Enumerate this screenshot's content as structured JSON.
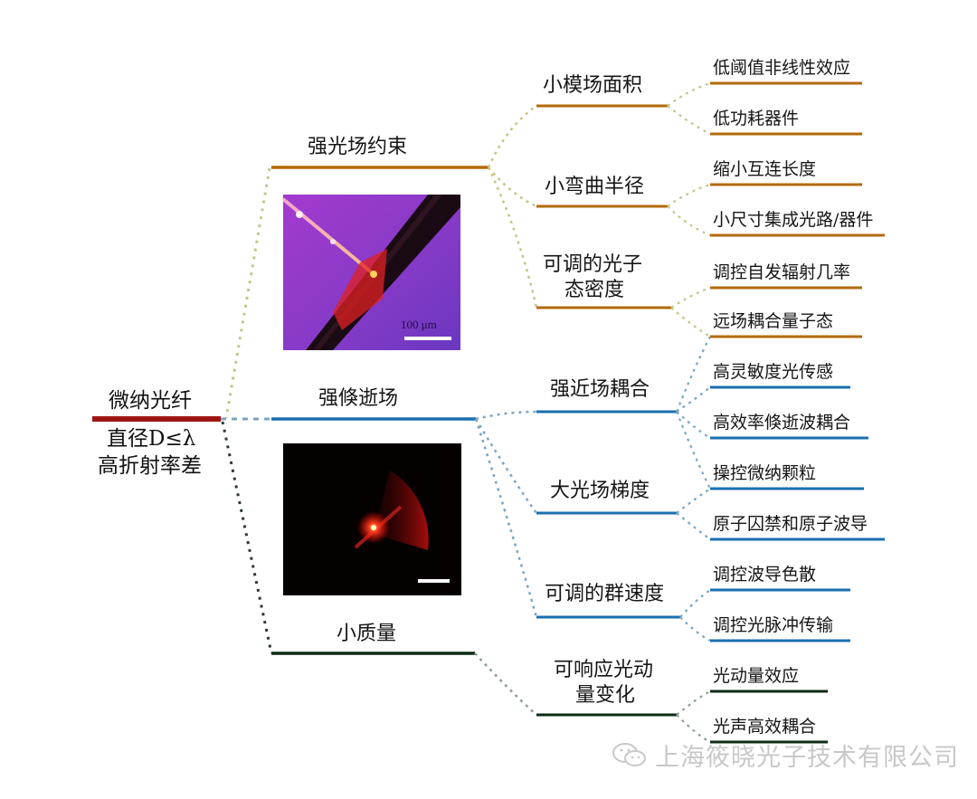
{
  "colors": {
    "root_line": "#a01515",
    "orange_branch": "#c9800a",
    "orange_branch_dark": "#8a4a05",
    "blue_branch": "#1a6fb0",
    "green_branch": "#0c2a14",
    "connector_orange": "#c8c58a",
    "connector_blue": "#7aa6c2",
    "connector_green": "#8aa090",
    "watermark": "#c8c8c8"
  },
  "root": {
    "title": "微纳光纤",
    "subtitle_line1": "直径D≤λ",
    "subtitle_line2": "高折射率差"
  },
  "branches": [
    {
      "label": "强光场约束",
      "color": "orange",
      "children": [
        {
          "label": "小模场面积",
          "leaves": [
            "低阈值非线性效应",
            "低功耗器件"
          ]
        },
        {
          "label": "小弯曲半径",
          "leaves": [
            "缩小互连长度",
            "小尺寸集成光路/器件"
          ]
        },
        {
          "label_line1": "可调的光子",
          "label_line2": "态密度",
          "leaves": [
            "调控自发辐射几率",
            "远场耦合量子态"
          ]
        }
      ]
    },
    {
      "label": "强倏逝场",
      "color": "blue",
      "children": [
        {
          "label": "强近场耦合",
          "leaves": [
            "高灵敏度光传感",
            "高效率倏逝波耦合"
          ]
        },
        {
          "label": "大光场梯度",
          "leaves": [
            "操控微纳颗粒",
            "原子囚禁和原子波导"
          ]
        },
        {
          "label": "可调的群速度",
          "leaves": [
            "调控波导色散",
            "调控光脉冲传输"
          ]
        }
      ]
    },
    {
      "label": "小质量",
      "color": "green",
      "children": [
        {
          "label_line1": "可响应光动",
          "label_line2": "量变化",
          "leaves": [
            "光动量效应",
            "光声高效耦合"
          ]
        }
      ]
    }
  ],
  "images": {
    "fiber_micrograph": {
      "scale_label": "100 μm",
      "icon": "micrograph-purple-fiber"
    },
    "evanescent_scatter": {
      "icon": "micrograph-red-scatter"
    }
  },
  "watermark": {
    "icon": "wechat-icon",
    "text": "上海筱晓光子技术有限公司"
  }
}
